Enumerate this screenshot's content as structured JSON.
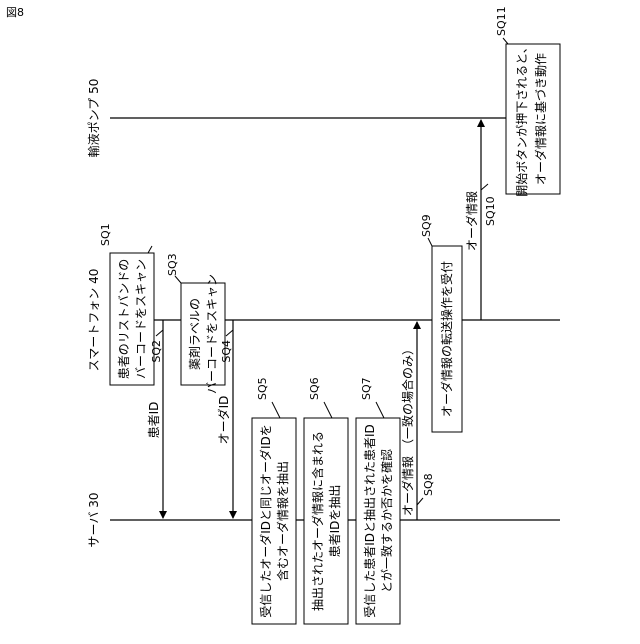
{
  "figure_label": "図8",
  "lifelines": [
    {
      "label": "輸液ポンプ 50"
    },
    {
      "label": "スマートフォン 40"
    },
    {
      "label": "サーバ 30"
    }
  ],
  "steps": {
    "sq1": {
      "tag": "SQ1",
      "lines": [
        "患者のリストバンドの",
        "バーコードをスキャン"
      ]
    },
    "sq2": {
      "tag": "SQ2",
      "message": "患者ID"
    },
    "sq3": {
      "tag": "SQ3",
      "lines": [
        "薬剤ラベルの",
        "バーコードをスキャン"
      ]
    },
    "sq4": {
      "tag": "SQ4",
      "message": "オーダID"
    },
    "sq5": {
      "tag": "SQ5",
      "lines": [
        "受信したオーダIDと同じオーダIDを",
        "含むオーダ情報を抽出"
      ]
    },
    "sq6": {
      "tag": "SQ6",
      "lines": [
        "抽出されたオーダ情報に含まれる",
        "患者IDを抽出"
      ]
    },
    "sq7": {
      "tag": "SQ7",
      "lines": [
        "受信した患者IDと抽出された患者ID",
        "とが一致するか否かを確認"
      ]
    },
    "sq8": {
      "tag": "SQ8",
      "message": "オーダ情報",
      "note": "（一致の場合のみ）"
    },
    "sq9": {
      "tag": "SQ9",
      "lines": [
        "オーダ情報の転送操作を受付"
      ]
    },
    "sq10": {
      "tag": "SQ10",
      "message": "オーダ情報"
    },
    "sq11": {
      "tag": "SQ11",
      "lines": [
        "開始ボタンが押下されると、",
        "オーダ情報に基づき動作"
      ]
    }
  }
}
